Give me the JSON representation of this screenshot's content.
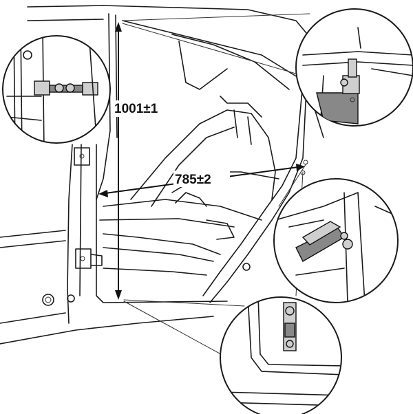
{
  "dimensions": {
    "height_label": "1001±1",
    "width_label": "785±2"
  },
  "colors": {
    "line": "#1a1a1a",
    "background": "#ffffff",
    "part_fill": "#888888"
  },
  "detail_views": [
    {
      "id": "upper-left",
      "depicts": "door-check-rod"
    },
    {
      "id": "upper-right",
      "depicts": "upper-hinge"
    },
    {
      "id": "middle-right",
      "depicts": "striker-latch"
    },
    {
      "id": "bottom-right",
      "depicts": "lower-hinge"
    }
  ]
}
